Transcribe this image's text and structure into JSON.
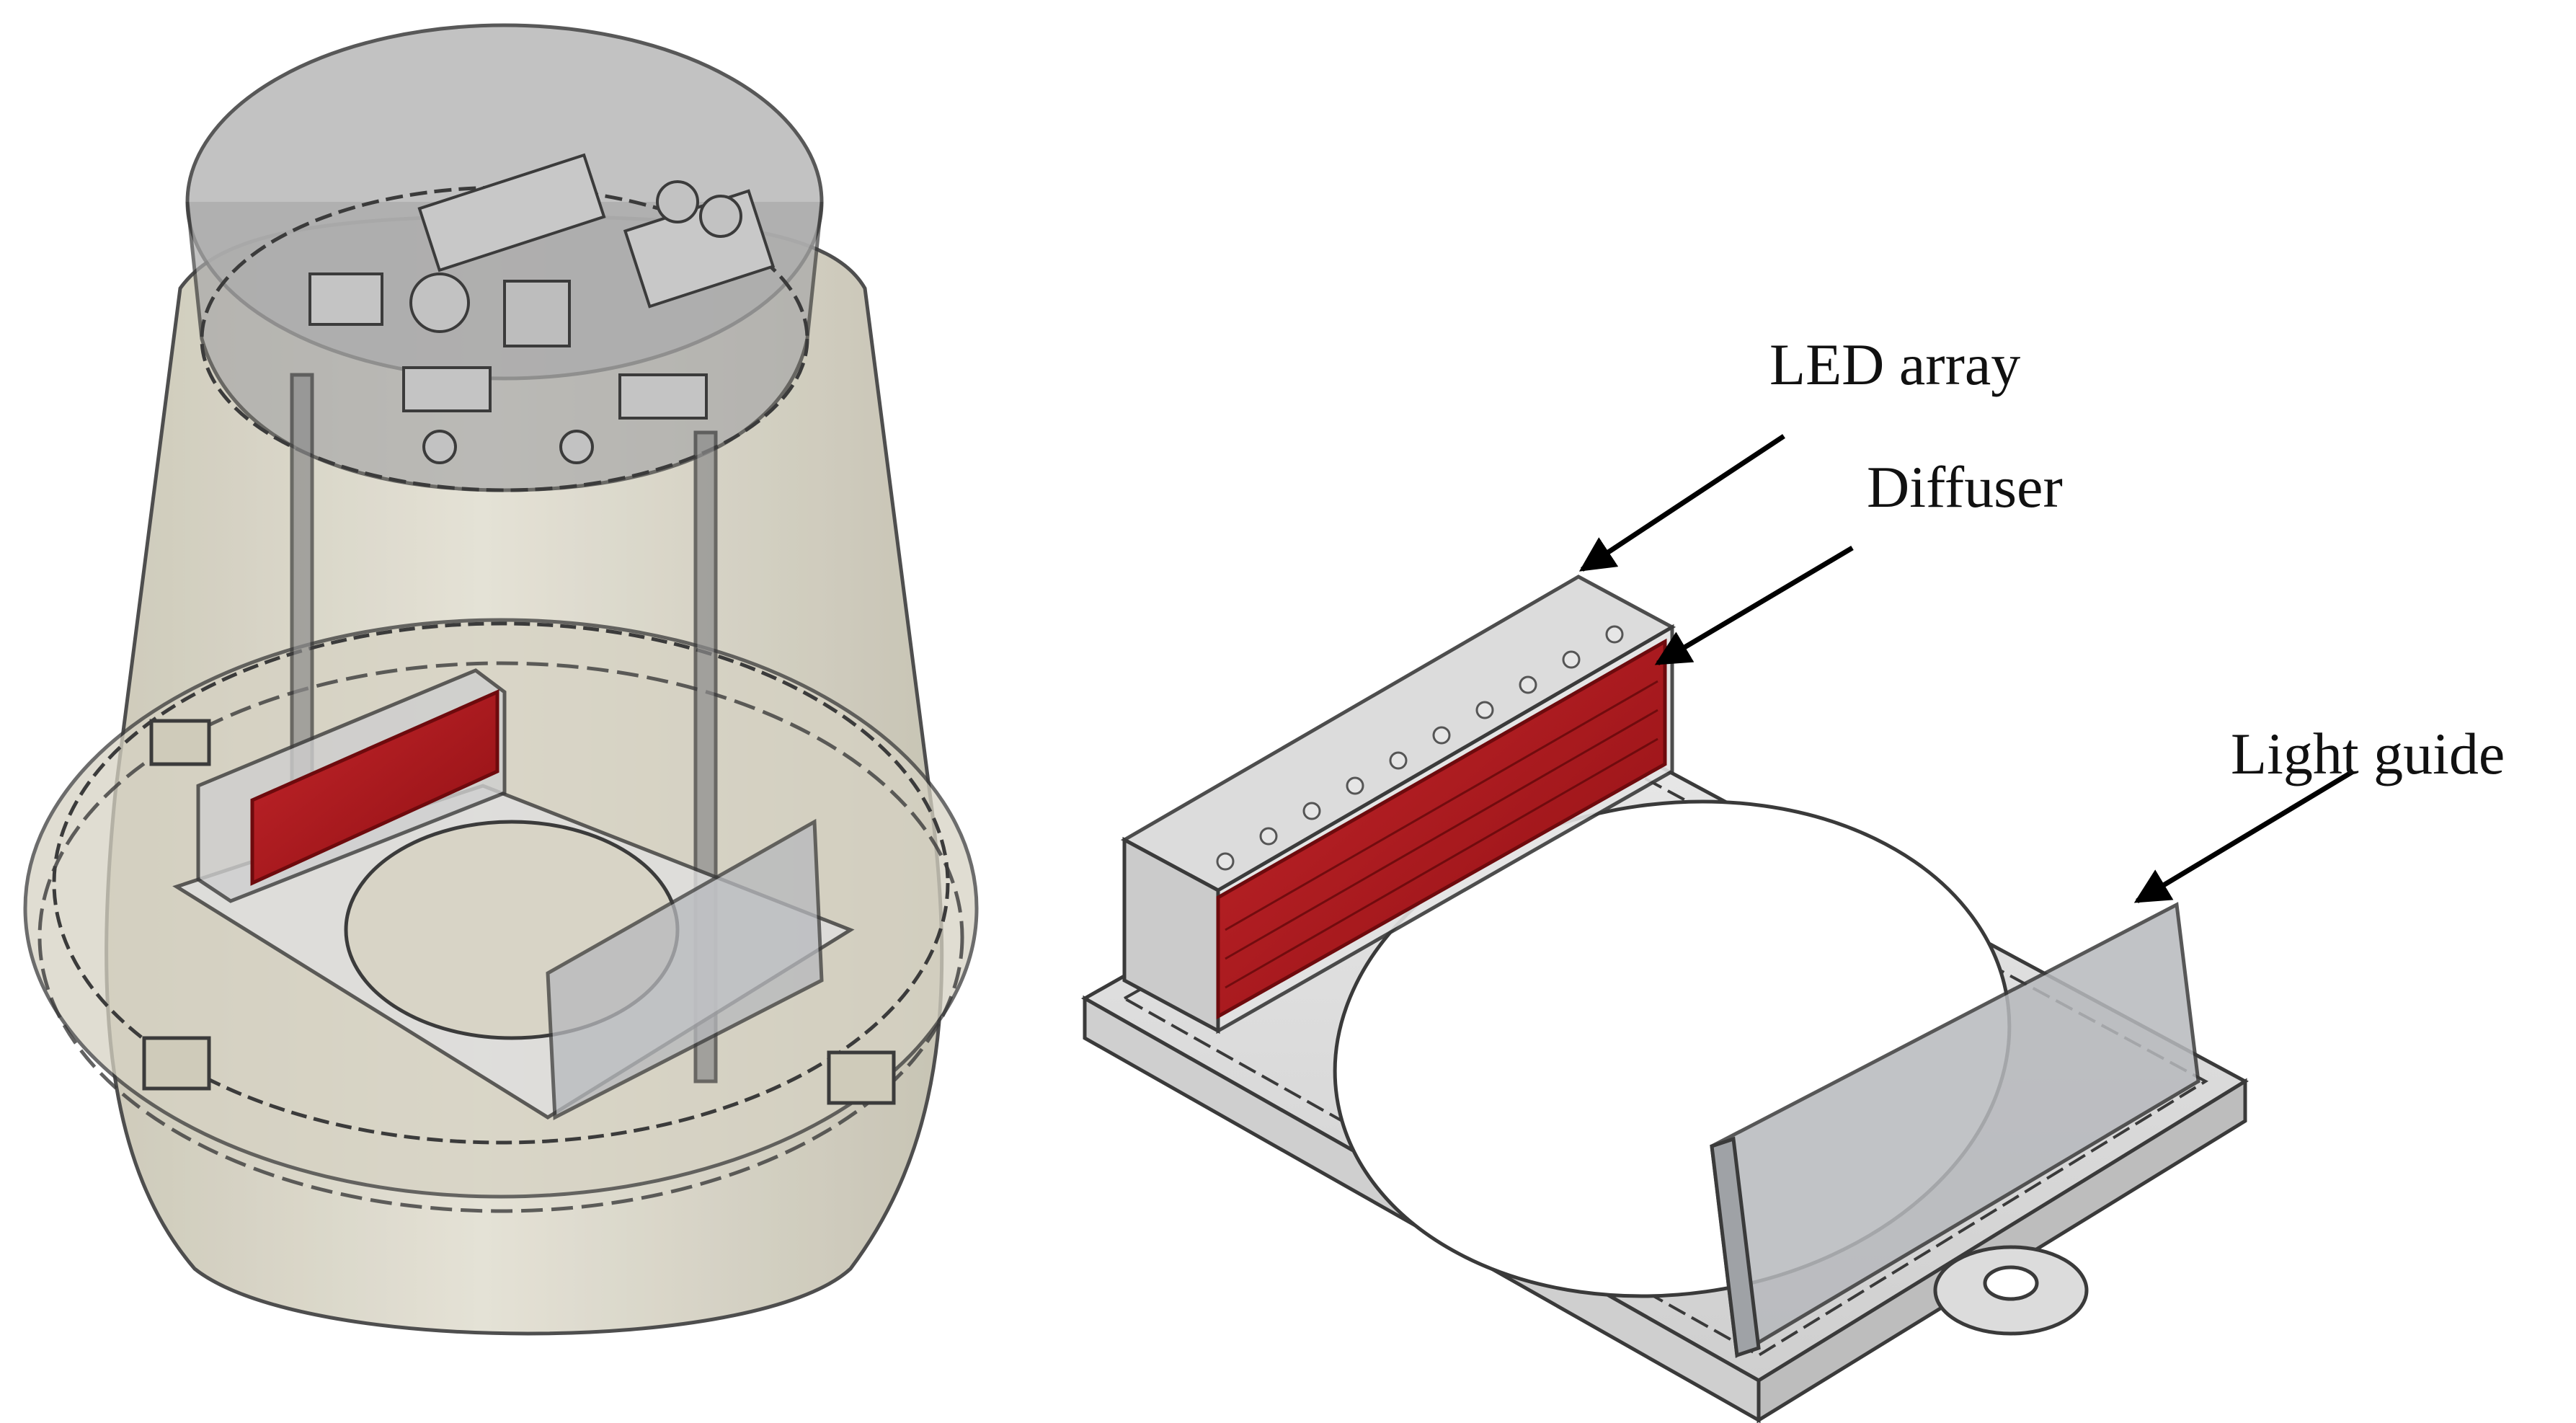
{
  "labels": {
    "led_array": "LED array",
    "diffuser": "Diffuser",
    "light_guide": "Light guide"
  },
  "colors": {
    "housing_fill": "#d9d5c6",
    "housing_stroke": "#3b3b3b",
    "lid_fill": "#bcbcbc",
    "plate_fill": "#e9e9e9",
    "diffuser_red": "#b31319",
    "guide_fill": "#b7b9bd",
    "arrow": "#000000"
  }
}
